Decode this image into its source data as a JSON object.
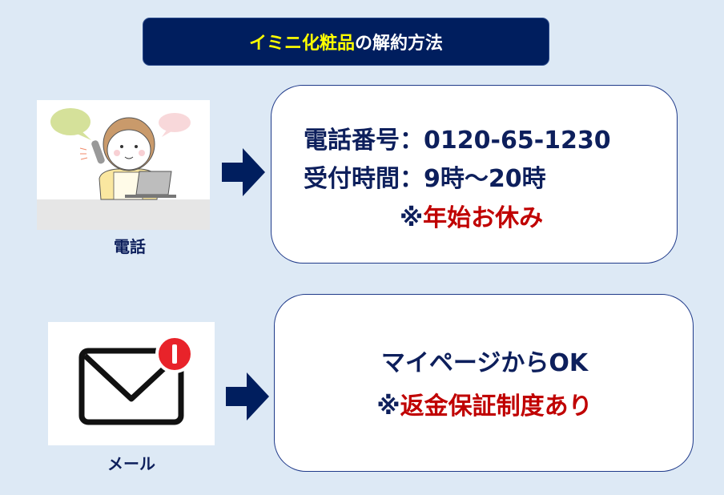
{
  "title": {
    "highlight": "イミニ化粧品",
    "rest": "の解約方法"
  },
  "phone": {
    "label": "電話",
    "number_line": "電話番号：0120-65-1230",
    "hours_line": "受付時間：9時～20時",
    "note_mark": "※",
    "note_text": "年始お休み"
  },
  "mail": {
    "label": "メール",
    "line1": "マイページからOK",
    "note_mark": "※",
    "note_text": "返金保証制度あり"
  },
  "colors": {
    "navy": "#001e5e",
    "accent_yellow": "#ffff00",
    "red": "#c00000",
    "background": "#dde9f5"
  }
}
